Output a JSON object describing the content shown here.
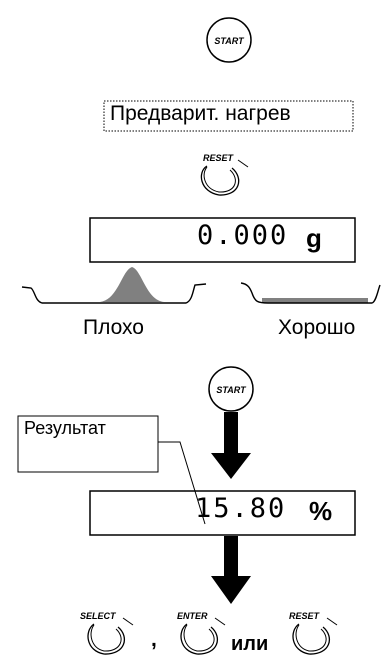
{
  "buttons": {
    "start_1": "START",
    "reset_1": "RESET",
    "start_2": "START",
    "select": "SELECT",
    "enter": "ENTER",
    "reset_2": "RESET"
  },
  "preheat_label": "Предварит. нагрев",
  "display_1": {
    "value": "0.000",
    "unit": "g"
  },
  "bad_label": "Плохо",
  "good_label": "Хорошо",
  "result_label": "Результат",
  "display_2": {
    "value": "15.80",
    "unit": "%"
  },
  "comma": ",",
  "or_label": "или"
}
